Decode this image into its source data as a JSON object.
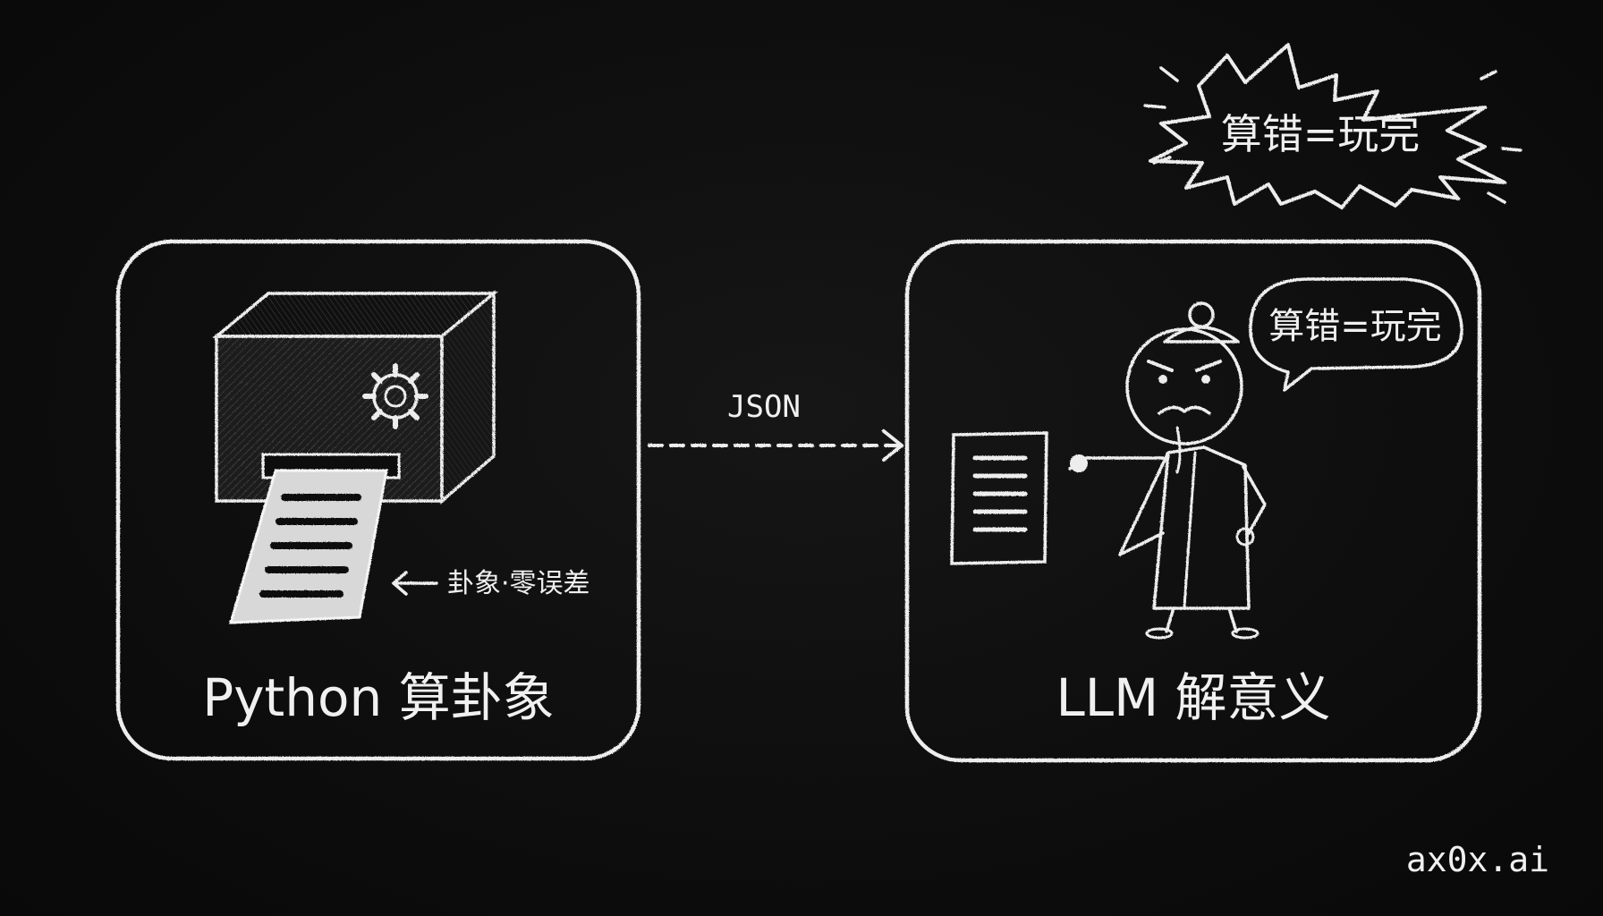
{
  "diagram": {
    "left_box": {
      "title": "Python 算卦象",
      "callout": "卦象·零误差",
      "icon": "printer-machine-icon"
    },
    "connector": {
      "label": "JSON"
    },
    "right_box": {
      "title": "LLM 解意义",
      "speech": "算错=玩完",
      "icon": "sage-figure-icon"
    },
    "burst": {
      "text": "算错=玩完"
    },
    "watermark": "ax0x.ai"
  },
  "colors": {
    "background": "#0d0d0d",
    "chalk": "#ededed"
  }
}
